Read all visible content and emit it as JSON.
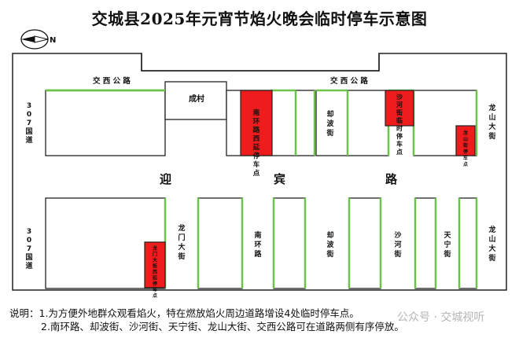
{
  "title": "交城县2025年元宵节焰火晚会临时停车示意图",
  "compass": {
    "north_letter": "N"
  },
  "roads": {
    "jiaoxi_1": "交 西 公 路",
    "jiaoxi_2": "交 西 公 路",
    "yingbin_1": "迎",
    "yingbin_2": "宾",
    "yingbin_3": "路",
    "g307_top": "307国道",
    "g307_bottom": "307国道",
    "queboshi_top": "却波街",
    "queboshi_bottom": "却波街",
    "longshan_top": "龙山大街",
    "longshan_bottom": "龙山大街",
    "longmen": "龙门大街",
    "nanhuan": "南环路",
    "shahe": "沙河街",
    "tianning": "天宁街"
  },
  "landmarks": {
    "chengcun": "成村"
  },
  "parking": [
    {
      "text": "南环路西延停车点",
      "color": "#ee1c1c"
    },
    {
      "text": "沙河街临时停车点",
      "color": "#ee1c1c"
    },
    {
      "text": "龙山街停车点",
      "color": "#ee1c1c"
    },
    {
      "text": "龙门大街西延停车点",
      "color": "#ee1c1c"
    }
  ],
  "notes": {
    "line1": "说明：1.为方便外地群众观看焰火，特在燃放焰火周边道路增设4处临时停车点。",
    "line2": "2.南环路、却波街、沙河街、天宁街、龙山大街、交西公路可在道路两侧有序停放。"
  },
  "watermark": "公众号 · 交城视听",
  "colors": {
    "road_edge": "#6cc24a",
    "block_stroke": "#222222",
    "parking": "#ee1c1c"
  }
}
